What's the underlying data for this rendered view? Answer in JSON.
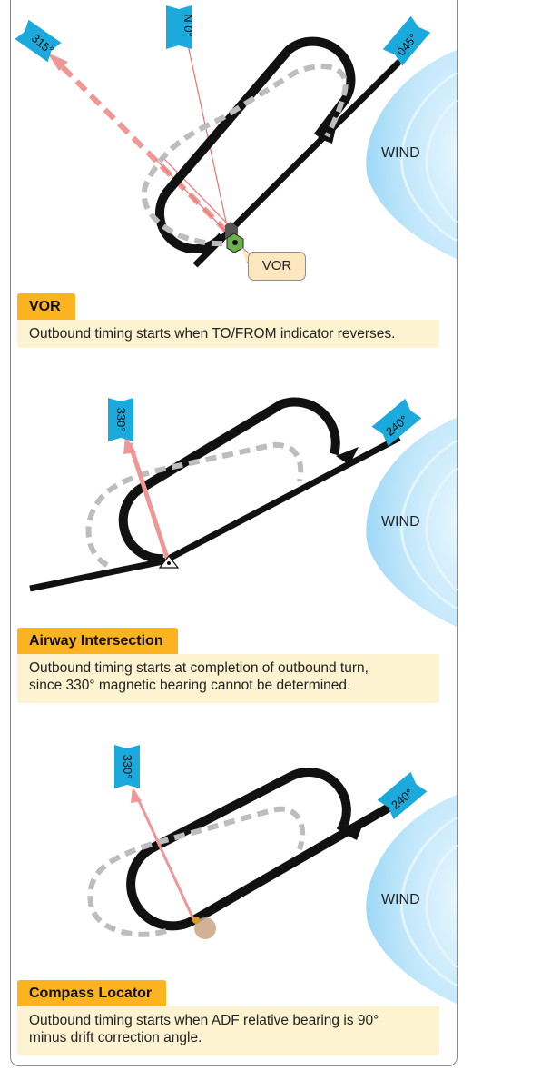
{
  "panels": [
    {
      "title": "VOR",
      "caption_lines": [
        "Outbound timing starts when TO/FROM indicator reverses."
      ],
      "wind": "WIND",
      "station_label": "VOR",
      "flags": [
        "315°",
        "N 0°",
        "045°"
      ]
    },
    {
      "title": "Airway Intersection",
      "caption_lines": [
        "Outbound timing starts at completion of outbound turn,",
        "since 330° magnetic bearing cannot be determined."
      ],
      "wind": "WIND",
      "flags": [
        "330°",
        "240°"
      ]
    },
    {
      "title": "Compass Locator",
      "caption_lines": [
        "Outbound timing starts when ADF relative bearing is 90°",
        "minus drift correction angle."
      ],
      "wind": "WIND",
      "flags": [
        "330°",
        "240°"
      ]
    }
  ],
  "colors": {
    "label_bg": "#fbb31f",
    "caption_bg": "#fdf3d0",
    "flag_blue": "#1ca9dc",
    "bearing_red": "#f08a8a",
    "wind_blue": "#bfe6fb",
    "track": "#111111",
    "drift_track": "#bdbdbd"
  }
}
